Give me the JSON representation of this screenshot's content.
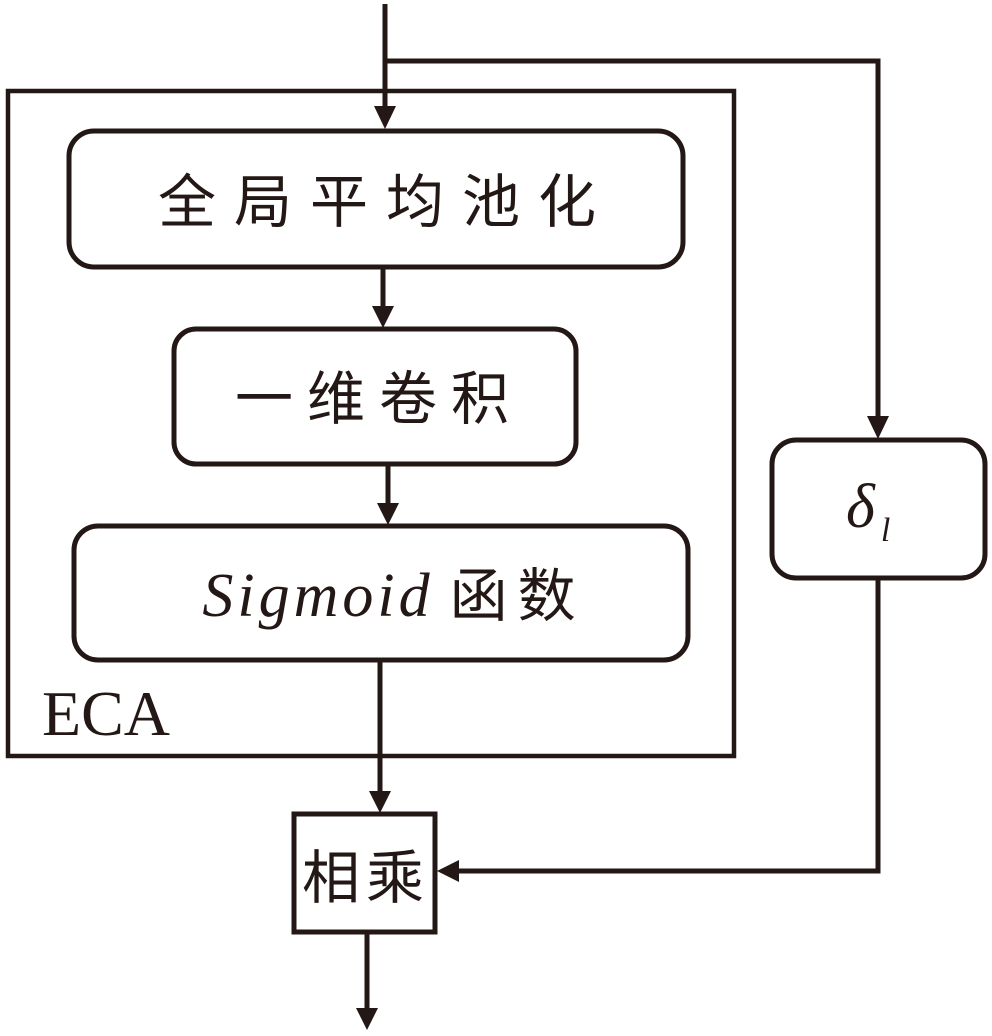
{
  "diagram": {
    "container": {
      "label": "ECA"
    },
    "nodes": {
      "gap": {
        "label": "全局平均池化"
      },
      "conv1d": {
        "label": "一维卷积"
      },
      "sigmoid": {
        "label_italic": "Sigmoid",
        "label_suffix": "函数"
      },
      "delta": {
        "symbol": "δ",
        "subscript": "l"
      },
      "multiply": {
        "label": "相乘"
      }
    },
    "edges": [
      {
        "from": "input",
        "to": "gap"
      },
      {
        "from": "input",
        "to": "delta"
      },
      {
        "from": "gap",
        "to": "conv1d"
      },
      {
        "from": "conv1d",
        "to": "sigmoid"
      },
      {
        "from": "sigmoid",
        "to": "multiply"
      },
      {
        "from": "delta",
        "to": "multiply"
      },
      {
        "from": "multiply",
        "to": "output"
      }
    ],
    "colors": {
      "stroke": "#231815",
      "background": "#ffffff"
    }
  }
}
